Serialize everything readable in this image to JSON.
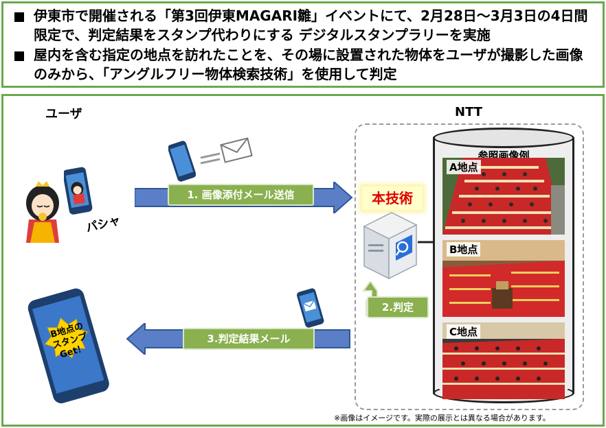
{
  "header": {
    "bullets": [
      "伊東市で開催される「第3回伊東MAGARI雛」イベントにて、2月28日～3月3日の4日間限定で、判定結果をスタンプ代わりにする デジタルスタンプラリーを実施",
      "屋内を含む指定の地点を訪れたことを、その場に設置された物体をユーザが撮影した画像のみから、「アングルフリー物体検索技術」を使用して判定"
    ]
  },
  "diagram": {
    "user_label": "ユーザ",
    "ntt_label": "NTT",
    "pasha_label": "パシャ",
    "tech_label": "本技術",
    "db_title": "参照画像例",
    "ref_images": [
      {
        "label": "A地点"
      },
      {
        "label": "B地点"
      },
      {
        "label": "C地点"
      }
    ],
    "steps": [
      "1. 画像添付メール送信",
      "2.判定",
      "3.判定結果メール"
    ],
    "stamp_lines": [
      "B地点の",
      "スタンプ",
      "Get！"
    ],
    "note": "※画像はイメージです。実際の展示とは異なる場合があります。"
  },
  "colors": {
    "frame_green": "#6aa84f",
    "step_label_green": "#8ab04f",
    "arrow_blue": "#5b7fc6",
    "tech_red": "#e00000",
    "stamp_yellow": "#ffd400"
  }
}
